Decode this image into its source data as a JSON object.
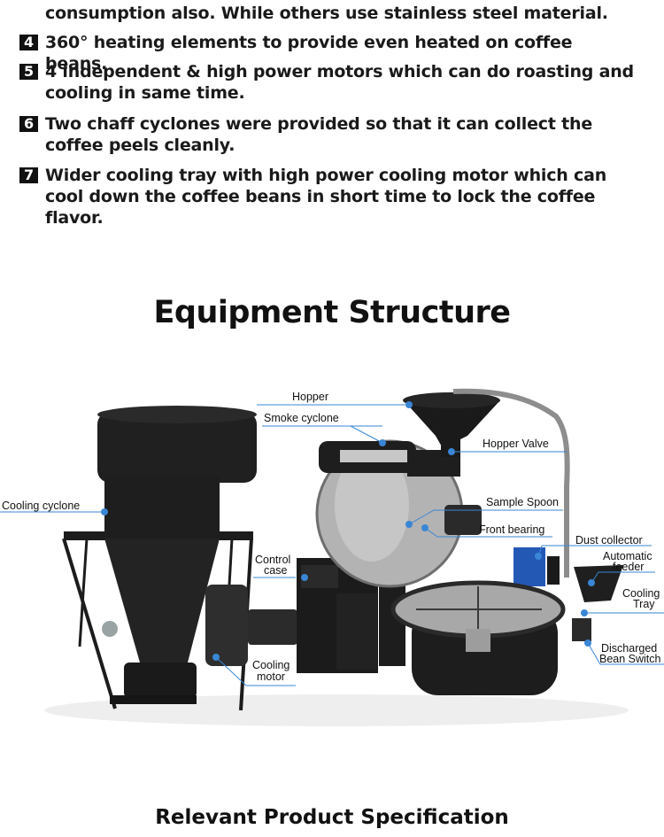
{
  "features": [
    {
      "num": "",
      "text": "consumption also. While others use stainless steel material."
    },
    {
      "num": "4",
      "text": "360° heating elements to provide even heated on coffee beans."
    },
    {
      "num": "5",
      "text": "4 independent & high power motors which can do roasting and cooling in same time."
    },
    {
      "num": "6",
      "text": "Two chaff cyclones were provided so that it can collect the coffee peels cleanly."
    },
    {
      "num": "7",
      "text": "Wider cooling tray with high power cooling motor which can cool down the coffee beans in short time to lock the coffee flavor."
    }
  ],
  "section_title": "Equipment Structure",
  "labels": {
    "hopper": "Hopper",
    "smoke_cyclone": "Smoke cyclone",
    "hopper_valve": "Hopper Valve",
    "cooling_cyclone": "Cooling cyclone",
    "sample_spoon": "Sample Spoon",
    "front_bearing": "Front bearing",
    "dust_collector": "Dust collector",
    "automatic_feeder_1": "Automatic",
    "automatic_feeder_2": "feeder",
    "control_case_1": "Control",
    "control_case_2": "case",
    "cooling_tray_1": "Cooling",
    "cooling_tray_2": "Tray",
    "cooling_motor_1": "Cooling",
    "cooling_motor_2": "motor",
    "discharged_1": "Discharged",
    "discharged_2": "Bean Switch"
  },
  "bottom_title": "Relevant Product Specification",
  "colors": {
    "callout": "#3a86d6",
    "machine": "#1c1c1c",
    "drum": "#b8b8b8"
  }
}
